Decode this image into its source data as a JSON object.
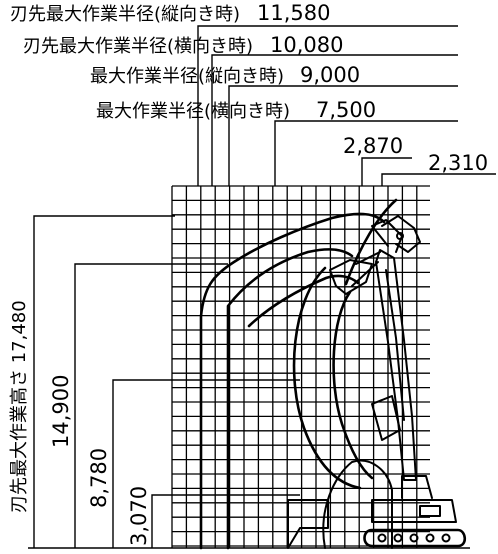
{
  "labels": {
    "r1": "刃先最大作業半径(縦向き時)",
    "r1_value": "11,580",
    "r2": "刃先最大作業半径(横向き時)",
    "r2_value": "10,080",
    "r3": "最大作業半径(縦向き時)",
    "r3_value": "9,000",
    "r4": "最大作業半径(横向き時)",
    "r4_value": "7,500",
    "w1_value": "2,870",
    "w2_value": "2,310",
    "height_label": "刃先最大作業高さ 17,480",
    "h2_value": "14,900",
    "h3_value": "8,780",
    "h4_value": "3,070"
  }
}
